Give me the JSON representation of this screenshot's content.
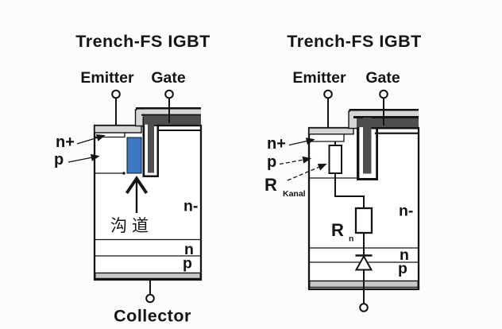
{
  "figure": {
    "description": "Two side-by-side cross-section diagrams of a Trench-FS IGBT: physical structure (left) with highlighted channel, and equivalent resistance/diode model (right)",
    "background": "#fcfcfc"
  },
  "colors": {
    "channel_blue": "#3b79c4",
    "metal_light": "#d6d6d6",
    "gate_poly_dark": "#4e4e4e",
    "collector_gray": "#c9c9c9",
    "outline_black": "#141414"
  },
  "left": {
    "title": "Trench-FS IGBT",
    "emitter_label": "Emitter",
    "gate_label": "Gate",
    "label_n_plus": "n+",
    "label_p": "p",
    "channel_label": "沟道",
    "region_n_minus": "n-",
    "region_n": "n",
    "region_p": "p",
    "collector_label": "Collector"
  },
  "right": {
    "title": "Trench-FS IGBT",
    "emitter_label": "Emitter",
    "gate_label": "Gate",
    "label_n_plus": "n+",
    "label_p": "p",
    "r_kanal": {
      "base": "R",
      "sub": "Kanal"
    },
    "r_n": {
      "base": "R",
      "sub": "n"
    },
    "region_n_minus": "n-",
    "region_n": "n",
    "region_p": "p"
  }
}
